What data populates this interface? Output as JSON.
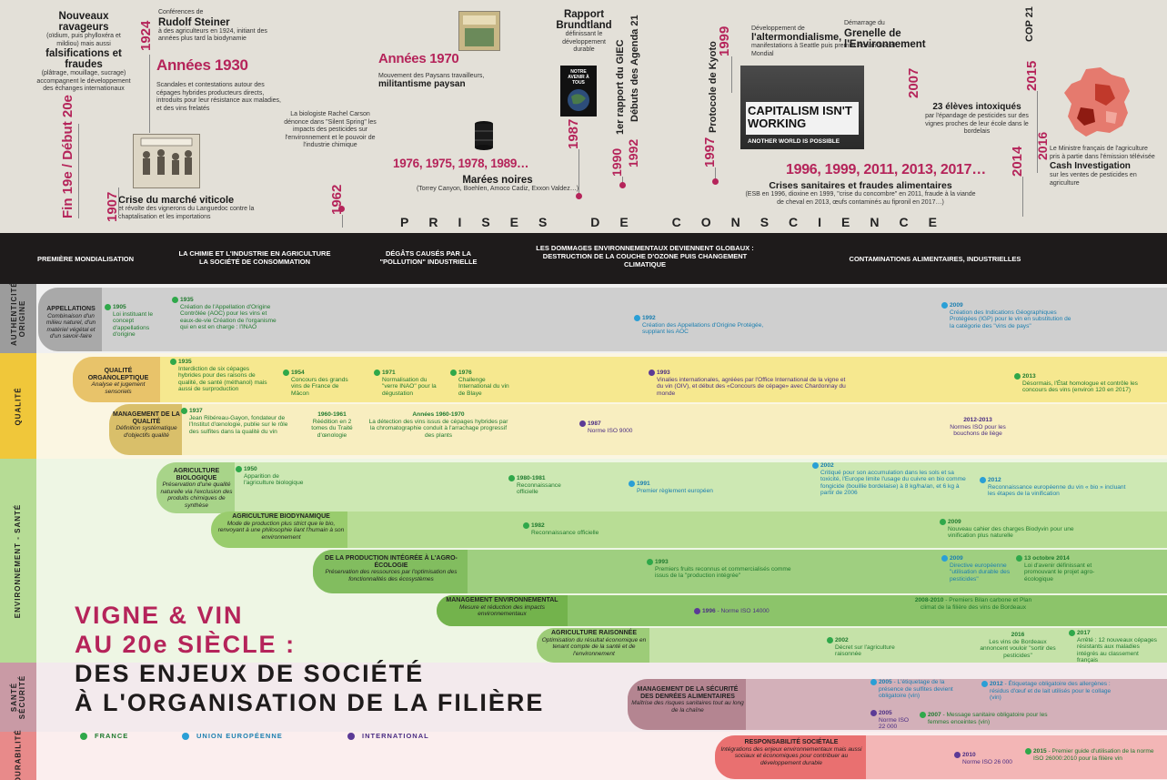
{
  "title": {
    "line1": "VIGNE & VIN",
    "line2": "AU 20e SIÈCLE :",
    "line3": "DES ENJEUX DE SOCIÉTÉ",
    "line4": "À L'ORGANISATION DE LA FILIÈRE"
  },
  "top": {
    "band_label": "PRISES DE CONSCIENCE",
    "fin19": {
      "year": "Fin 19e / Début 20e",
      "title1": "Nouveaux ravageurs",
      "desc1": "(oïdium, puis phylloxéra et mildiou) mais aussi",
      "title2": "falsifications et fraudes",
      "desc2": "(plâtrage, mouillage, sucrage) accompagnent le développement des échanges internationaux"
    },
    "y1907": {
      "year": "1907",
      "title": "Crise du marché viticole",
      "desc": "et révolte des vignerons du Languedoc contre la chaptalisation et les importations"
    },
    "y1924": {
      "year": "1924",
      "lead": "Conférences de",
      "title": "Rudolf Steiner",
      "desc": "à des agriculteurs en 1924, initiant des années plus tard la biodynamie"
    },
    "y1930": {
      "year": "Années 1930",
      "desc": "Scandales et contestations autour des cépages hybrides producteurs directs, introduits pour leur résistance aux maladies, et des vins frelatés"
    },
    "y1962": {
      "year": "1962",
      "desc": "La biologiste Rachel Carson dénonce dans \"Silent Spring\" les impacts des pesticides sur l'environnement et le pouvoir de l'industrie chimique"
    },
    "y1970": {
      "year": "Années 1970",
      "desc": "Mouvement des Paysans travailleurs,",
      "title": "militantisme paysan"
    },
    "maree": {
      "year": "1976, 1975, 1978, 1989…",
      "title": "Marées noires",
      "desc": "(Torrey Canyon, Boehlen, Amoco Cadiz, Exxon Valdez…)"
    },
    "y1987": {
      "year": "1987",
      "title": "Rapport Brundtland",
      "desc": "définissant le développement durable",
      "book": "NOTRE AVENIR À TOUS"
    },
    "y1990": {
      "year": "1990",
      "label": "1er rapport du GIEC"
    },
    "y1992": {
      "year": "1992",
      "label": "Débuts des Agenda 21"
    },
    "y1997": {
      "year": "1997",
      "label": "Protocole de Kyoto"
    },
    "y1999": {
      "year": "1999",
      "lead": "Développement de",
      "title": "l'altermondialisme,",
      "desc": "manifestations à Seattle puis premier Forum Social Mondial",
      "banner1": "CAPITALISM ISN'T",
      "banner2": "WORKING",
      "banner3": "ANOTHER WORLD IS POSSIBLE"
    },
    "crises": {
      "year": "1996, 1999, 2011, 2013, 2017…",
      "title": "Crises sanitaires et fraudes alimentaires",
      "desc": "(ESB en 1996, dioxine en 1999, \"crise du concombre\" en 2011, fraude à la viande de cheval en 2013, œufs contaminés au fipronil en 2017…)"
    },
    "y2007": {
      "year": "2007",
      "lead": "Démarrage du",
      "title": "Grenelle de l'Environnement"
    },
    "y2014": {
      "year": "2014",
      "title": "23 élèves intoxiqués",
      "desc": "par l'épandage de pesticides sur des vignes proches de leur école dans le bordelais"
    },
    "y2015": {
      "year": "2015",
      "label": "COP 21"
    },
    "y2016": {
      "year": "2016",
      "desc": "Le Ministre français de l'agriculture pris à partie dans l'émission télévisée",
      "title": "Cash Investigation",
      "desc2": "sur les ventes de pesticides en agriculture"
    }
  },
  "periods": [
    "PREMIÈRE MONDIALISATION",
    "LA CHIMIE ET L'INDUSTRIE EN AGRICULTURE LA SOCIÉTÉ DE CONSOMMATION",
    "DÉGÂTS CAUSÉS PAR LA \"POLLUTION\" INDUSTRIELLE",
    "LES DOMMAGES ENVIRONNEMENTAUX DEVIENNENT GLOBAUX : DESTRUCTION DE LA COUCHE D'OZONE PUIS CHANGEMENT CLIMATIQUE",
    "CONTAMINATIONS ALIMENTAIRES, INDUSTRIELLES"
  ],
  "categories": [
    "AUTHENTICITÉ ORIGINE",
    "QUALITÉ",
    "ENVIRONNEMENT - SANTÉ",
    "SANTÉ SÉCURITÉ",
    "DURABILITÉ"
  ],
  "rows": {
    "appellations": {
      "title": "APPELLATIONS",
      "desc": "Combinaison d'un milieu naturel, d'un matériel végétal et d'un savoir-faire"
    },
    "qualite_orga": {
      "title": "QUALITÉ ORGANOLEPTIQUE",
      "desc": "Analyse et jugement sensoriels"
    },
    "management_q": {
      "title": "MANAGEMENT DE LA QUALITÉ",
      "desc": "Définition systématique d'objectifs qualité"
    },
    "bio": {
      "title": "AGRICULTURE BIOLOGIQUE",
      "desc": "Préservation d'une qualité naturelle via l'exclusion des produits chimiques de synthèse"
    },
    "biodyn": {
      "title": "AGRICULTURE BIODYNAMIQUE",
      "desc": "Mode de production plus strict que le bio, renvoyant à une philosophie liant l'humain à son environnement"
    },
    "integree": {
      "title": "DE LA PRODUCTION INTÉGRÉE À L'AGRO-ÉCOLOGIE",
      "desc": "Préservation des ressources par l'optimisation des fonctionnalités des écosystèmes"
    },
    "mgmt_env": {
      "title": "MANAGEMENT ENVIRONNEMENTAL",
      "desc": "Mesure et réduction des impacts environnementaux"
    },
    "raisonnee": {
      "title": "AGRICULTURE RAISONNÉE",
      "desc": "Optimisation du résultat économique en tenant compte de la santé et de l'environnement"
    },
    "secu": {
      "title": "MANAGEMENT DE LA SÉCURITÉ DES DENRÉES ALIMENTAIRES",
      "desc": "Maîtrise des risques sanitaires tout au long de la chaîne"
    },
    "rse": {
      "title": "RESPONSABILITÉ SOCIÉTALE",
      "desc": "Intégrations des enjeux environnementaux mais aussi sociaux et économiques pour contribuer au développement durable"
    }
  },
  "items": {
    "a1905": {
      "year": "1905",
      "text": "Loi instituant le concept d'appellations d'origine"
    },
    "a1935": {
      "year": "1935",
      "text": "Création de l'Appellation d'Origine Contrôlée (AOC) pour les vins et eaux-de-vie Création de l'organisme qui en est en charge : l'INAO"
    },
    "a1992": {
      "year": "1992",
      "text": "Création des Appellations d'Origine Protégée, supplant les AOC"
    },
    "a2009": {
      "year": "2009",
      "text": "Création des Indications Géographiques Protégées (IGP) pour le vin en substitution de la catégorie des \"vins de pays\""
    },
    "q1935": {
      "year": "1935",
      "text": "Interdiction de six cépages hybrides pour des raisons de qualité, de santé (méthanol) mais aussi de surproduction"
    },
    "q1954": {
      "year": "1954",
      "text": "Concours des grands vins de France de Mâcon"
    },
    "q1971": {
      "year": "1971",
      "text": "Normalisation du \"verre INAO\" pour la dégustation"
    },
    "q1976": {
      "year": "1976",
      "text": "Challenge International du vin de Blaye"
    },
    "q1993": {
      "year": "1993",
      "text": "Vinalies internationales, agréées par l'Office International de la vigne et du vin (OIV), et début des «Concours de cépage» avec Chardonnay du monde"
    },
    "q2013": {
      "year": "2013",
      "text": "Désormais, l'État homologue et contrôle les concours des vins (environ 120 en 2017)"
    },
    "m1937": {
      "year": "1937",
      "text": "Jean Ribéreau-Gayon, fondateur de l'Institut d'œnologie, publie sur le rôle des sulfites dans la qualité du vin"
    },
    "m1960": {
      "year": "1960-1961",
      "text": "Réédition en 2 tomes du Traité d'œnologie"
    },
    "m1960b": {
      "year": "Années 1960-1970",
      "text": "La détection des vins issus de cépages hybrides par la chromatographie conduit à l'arrachage progressif des plants"
    },
    "m1987": {
      "year": "1987",
      "text": "Norme ISO 9000"
    },
    "m2012": {
      "year": "2012-2013",
      "text": "Normes ISO pour les bouchons de liège"
    },
    "b1950": {
      "year": "1950",
      "text": "Apparition de l'agriculture biologique"
    },
    "b1980": {
      "year": "1980-1981",
      "text": "Reconnaissance officielle"
    },
    "b1991": {
      "year": "1991",
      "text": "Premier règlement européen"
    },
    "b2002": {
      "year": "2002",
      "text": "Critiqué pour son accumulation dans les sols et sa toxicité, l'Europe limite l'usage du cuivre en bio comme fongicide (bouillie bordelaise) à 8 kg/ha/an, et 6 kg à partir de 2006"
    },
    "b2012": {
      "year": "2012",
      "text": "Reconnaissance européenne du vin « bio » incluant les étapes de la vinification"
    },
    "d1982": {
      "year": "1982",
      "text": "Reconnaissance officielle"
    },
    "d2009": {
      "year": "2009",
      "text": "Nouveau cahier des charges Biodyvin pour une vinification plus naturelle"
    },
    "i1993": {
      "year": "1993",
      "text": "Premiers fruits reconnus et commercialisés comme issus de la \"production intégrée\""
    },
    "i2009": {
      "year": "2009",
      "text": "Directive européenne \"utilisation durable des pesticides\""
    },
    "i2014": {
      "year": "13 octobre 2014",
      "text": "Loi d'avenir définissant et promouvant le projet agro-écologique"
    },
    "e1996": {
      "year": "1996",
      "text": "Norme ISO 14000"
    },
    "e2008": {
      "year": "2008-2010",
      "text": "Premiers Bilan carbone et Plan climat de la filière des vins de Bordeaux"
    },
    "r2002": {
      "year": "2002",
      "text": "Décret sur l'agriculture raisonnée"
    },
    "r2016": {
      "year": "2016",
      "text": "Les vins de Bordeaux annoncent vouloir \"sortir des pesticides\""
    },
    "r2017": {
      "year": "2017",
      "text": "Arrêté : 12 nouveaux cépages résistants aux maladies intégrés au classement français"
    },
    "s2005a": {
      "year": "2005",
      "text": "L'étiquetage de la présence de sulfites devient obligatoire (vin)"
    },
    "s2005b": {
      "year": "2005",
      "text": "Norme ISO 22 000"
    },
    "s2007": {
      "year": "2007",
      "text": "Message sanitaire obligatoire pour les femmes enceintes (vin)"
    },
    "s2012": {
      "year": "2012",
      "text": "Étiquetage obligatoire des allergènes : résidus d'œuf et de lait utilisés pour le collage (vin)"
    },
    "d2010": {
      "year": "2010",
      "text": "Norme ISO 26 000"
    },
    "d2015": {
      "year": "2015",
      "text": "Premier guide d'utilisation de la norme ISO 26000:2010 pour la filière vin"
    }
  },
  "legend": {
    "fr": "FRANCE",
    "eu": "UNION EUROPÉENNE",
    "int": "INTERNATIONAL"
  },
  "colors": {
    "accent": "#b5245a",
    "france": "#2fa84a",
    "eu": "#2a9fd6",
    "int": "#5b3a96",
    "dark": "#1e1b1b"
  }
}
